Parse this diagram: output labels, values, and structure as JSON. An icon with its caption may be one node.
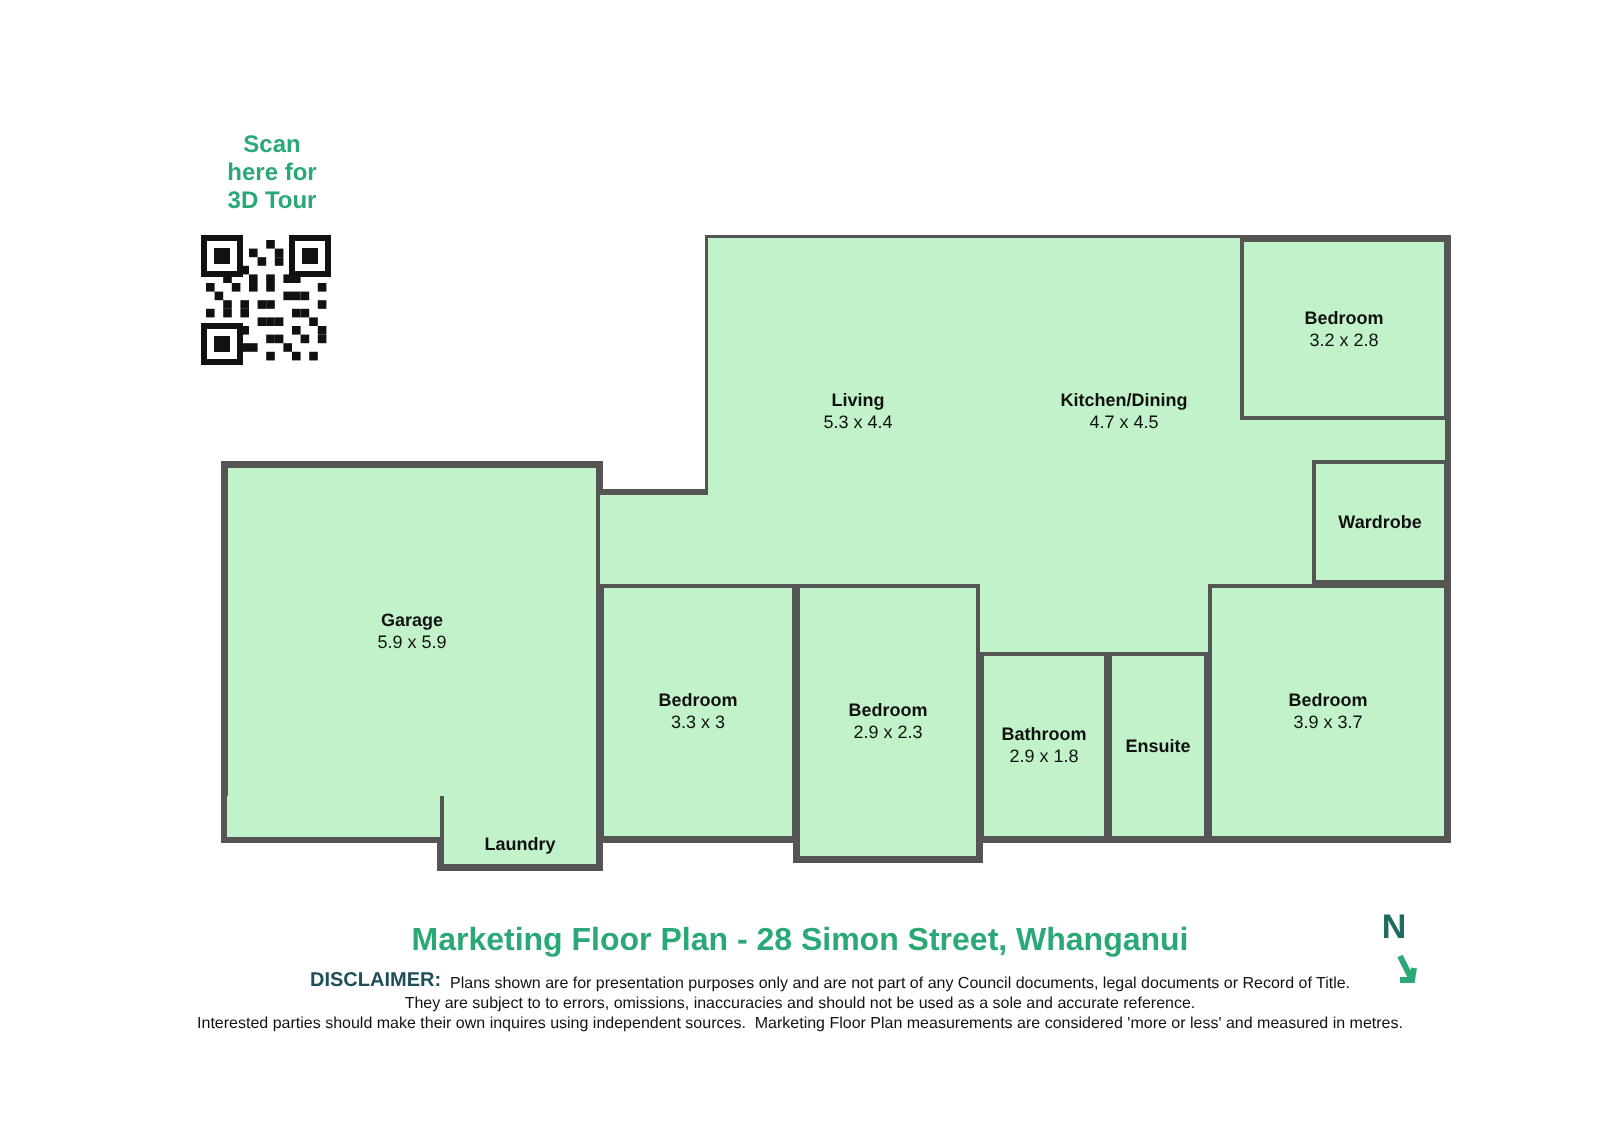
{
  "diagram": {
    "title": "Marketing Floor Plan - 28 Simon Street, Whanganui",
    "nodes": [
      {
        "text": [
          "Garage",
          "5.9 x 5.9"
        ]
      },
      {
        "text": [
          "Laundry"
        ]
      },
      {
        "text": [
          "Living",
          "5.3 x 4.4"
        ]
      },
      {
        "text": [
          "Kitchen/Dining",
          "4.7 x 4.5"
        ]
      },
      {
        "text": [
          "Bedroom",
          "3.2 x 2.8"
        ]
      },
      {
        "text": [
          "Wardrobe"
        ]
      },
      {
        "text": [
          "Bedroom",
          "3.3 x 3"
        ]
      },
      {
        "text": [
          "Bedroom",
          "2.9 x 2.3"
        ]
      },
      {
        "text": [
          "Bathroom",
          "2.9 x 1.8"
        ]
      },
      {
        "text": [
          "Ensuite"
        ]
      },
      {
        "text": [
          "Bedroom",
          "3.9 x 3.7"
        ]
      }
    ],
    "edges": [],
    "labels": [
      "Scan here for 3D Tour",
      "N",
      "DISCLAIMER:",
      "Plans shown are for presentation purposes only and are not part of any Council documents, legal documents or Record of Title.",
      "They are subject to to errors, omissions, inaccuracies and should not be used as a sole and accurate reference.",
      "Interested parties should make their own inquires using independent sources.  Marketing Floor Plan measurements are considered 'more or less' and measured in metres."
    ]
  }
}
